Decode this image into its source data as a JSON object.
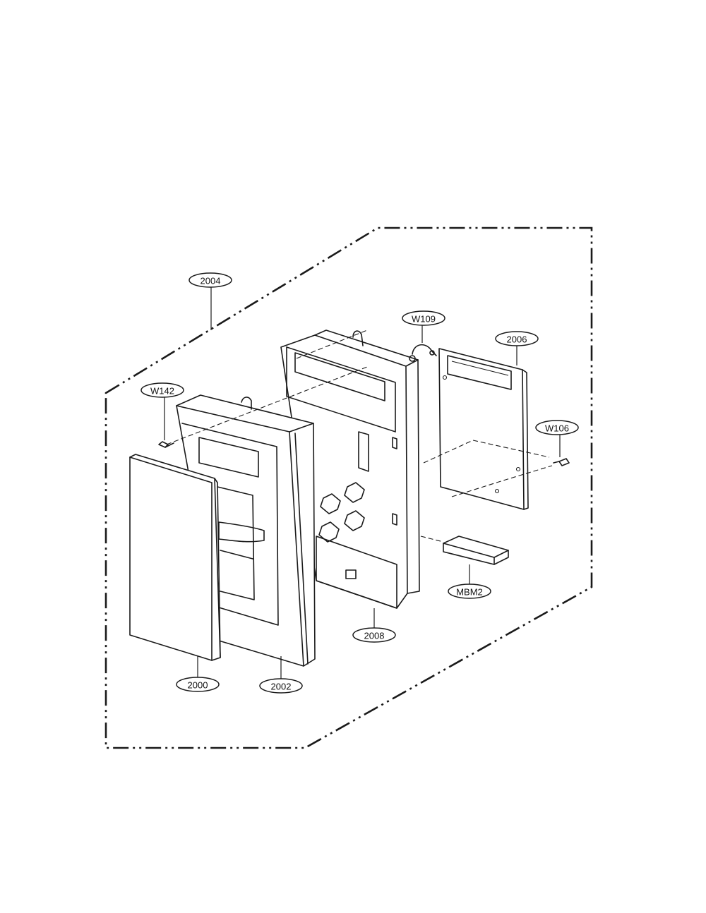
{
  "diagram": {
    "line_color": "#1a1a1a",
    "background": "#ffffff",
    "callouts": [
      {
        "id": "c2004",
        "label": "2004",
        "part": "assembly-boundary"
      },
      {
        "id": "cW109",
        "label": "W109",
        "part": "lead-wire"
      },
      {
        "id": "c2006",
        "label": "2006",
        "part": "pcb-assembly"
      },
      {
        "id": "cW142",
        "label": "W142",
        "part": "screw"
      },
      {
        "id": "cW106",
        "label": "W106",
        "part": "screw"
      },
      {
        "id": "cMBM2",
        "label": "MBM2",
        "part": "foam-pad"
      },
      {
        "id": "c2008",
        "label": "2008",
        "part": "control-bracket"
      },
      {
        "id": "c2000",
        "label": "2000",
        "part": "control-panel-cover"
      },
      {
        "id": "c2002",
        "label": "2002",
        "part": "control-panel-frame"
      }
    ]
  }
}
